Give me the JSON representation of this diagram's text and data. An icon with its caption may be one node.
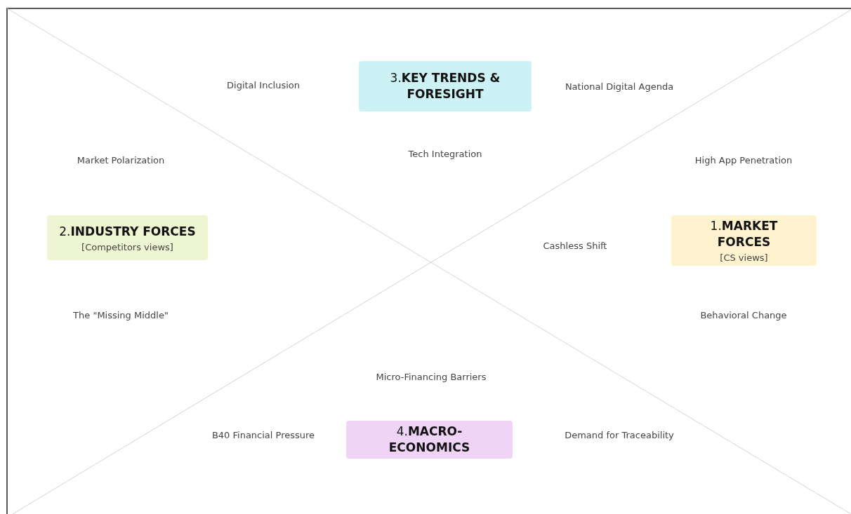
{
  "diagram": {
    "nodes": [
      {
        "text": [
          "3.**KEY TRENDS & FORESIGHT**"
        ]
      },
      {
        "text": [
          "2.**INDUSTRY FORCES**",
          "[Competitors views]"
        ]
      },
      {
        "text": [
          "1.**MARKET FORCES**",
          "[CS views]"
        ]
      },
      {
        "text": [
          "4.**MACRO-ECONOMICS**"
        ]
      }
    ],
    "edges": [],
    "labels": [
      "Digital Inclusion",
      "National Digital Agenda",
      "Market Polarization",
      "Tech Integration",
      "High App Penetration",
      "Cashless Shift",
      "The \"Missing Middle\"",
      "Behavioral Change",
      "Micro-Financing Barriers",
      "B40 Financial Pressure",
      "Demand for Traceability"
    ]
  }
}
